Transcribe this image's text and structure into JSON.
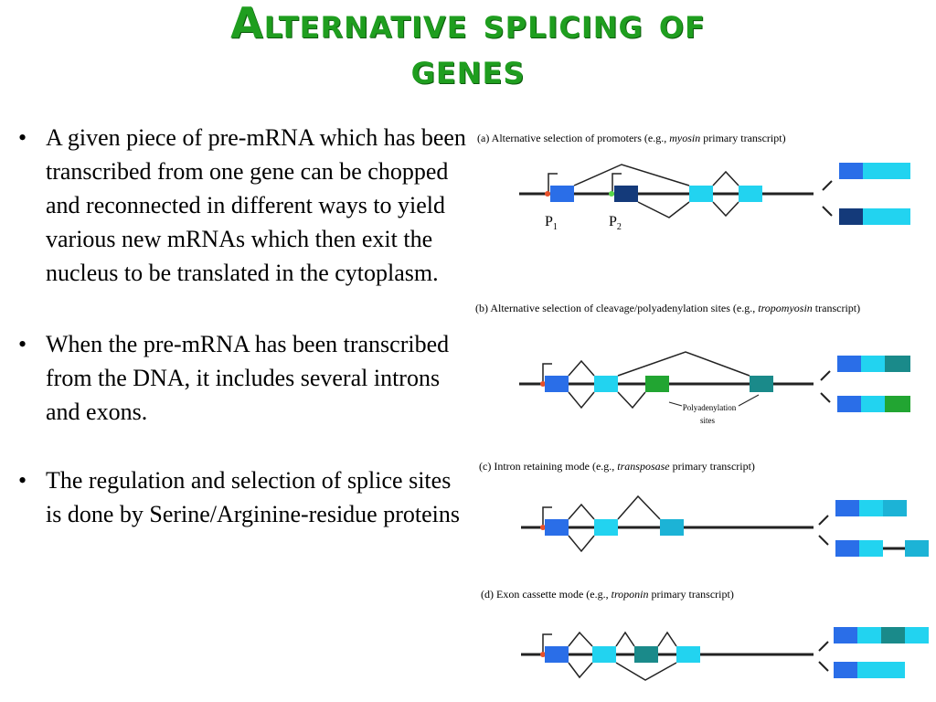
{
  "title": {
    "line1": "Alternative splicing of",
    "line2": "genes"
  },
  "bullets": [
    "A given piece of pre-mRNA which has been transcribed from one gene can be chopped and reconnected in different ways to yield various new mRNAs which then exit the nucleus to be translated in the cytoplasm.",
    "When the pre-mRNA has been transcribed from the DNA, it includes several introns and exons.",
    "The regulation and selection of splice sites is done by Serine/Arginine-residue proteins"
  ],
  "bullet_glyph": "•",
  "panels": {
    "a": {
      "label": "(a) Alternative selection of promoters (e.g., ",
      "italic": "myosin",
      "rest": " primary transcript)",
      "p1": "P",
      "p1_sub": "1",
      "p2": "P",
      "p2_sub": "2"
    },
    "b": {
      "label": "(b) Alternative selection of cleavage/polyadenylation sites (e.g., ",
      "italic": "tropomyosin",
      "rest": " transcript)",
      "poly1": "Polyadenylation",
      "poly2": "sites"
    },
    "c": {
      "label": "(c) Intron retaining mode (e.g., ",
      "italic": "transposase",
      "rest": " primary transcript)"
    },
    "d": {
      "label": "(d) Exon cassette mode (e.g., ",
      "italic": "troponin",
      "rest": " primary transcript)"
    }
  },
  "colors": {
    "title_green": "#1f9e1f",
    "exon_blue": "#2a6ee8",
    "exon_cyan": "#22d3f0",
    "exon_navy": "#143a7a",
    "exon_teal": "#1a8a8a",
    "exon_green": "#22a532",
    "exon_mid": "#1cb3d6",
    "promoter_red": "#e8502a",
    "promoter_green": "#58d84a"
  }
}
